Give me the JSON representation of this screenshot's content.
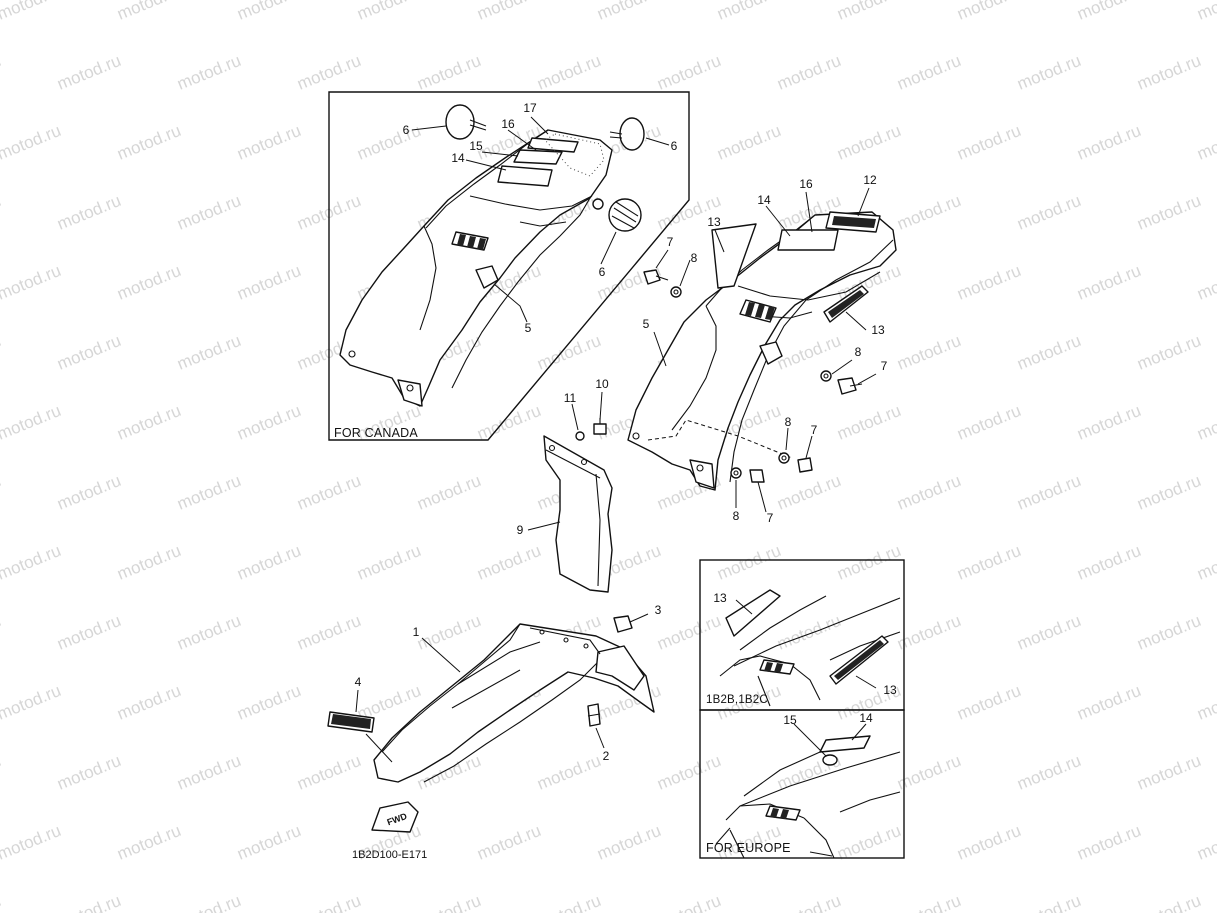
{
  "watermark": {
    "text": "motod.ru"
  },
  "insets": {
    "canada": {
      "caption": "FOR CANADA"
    },
    "models": {
      "caption": "1B2B,1B2C"
    },
    "europe": {
      "caption": "FOR EUROPE"
    }
  },
  "diagram_code": "1B2D100-E171",
  "fwd_label": "FWD",
  "callouts": {
    "c_canada_6a": "6",
    "c_canada_6b": "6",
    "c_canada_6c": "6",
    "c_canada_17": "17",
    "c_canada_16": "16",
    "c_canada_15": "15",
    "c_canada_14": "14",
    "c_canada_5": "5",
    "c_main_7a": "7",
    "c_main_8a": "8",
    "c_main_13a": "13",
    "c_main_14": "14",
    "c_main_16": "16",
    "c_main_12": "12",
    "c_main_13b": "13",
    "c_main_5": "5",
    "c_main_8b": "8",
    "c_main_7b": "7",
    "c_main_8c": "8",
    "c_main_7c": "7",
    "c_main_8d": "8",
    "c_main_7d": "7",
    "c_flap_11": "11",
    "c_flap_10": "10",
    "c_flap_9": "9",
    "c_front_3": "3",
    "c_front_1": "1",
    "c_front_4": "4",
    "c_front_2": "2",
    "c_models_13a": "13",
    "c_models_13b": "13",
    "c_europe_15": "15",
    "c_europe_14": "14"
  }
}
